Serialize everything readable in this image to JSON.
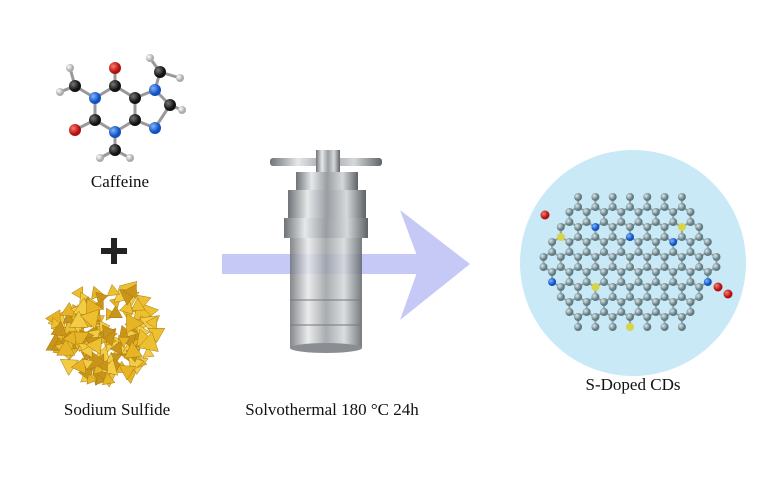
{
  "labels": {
    "caffeine": "Caffeine",
    "sodium_sulfide": "Sodium Sulfide",
    "conditions": "Solvothermal 180 °C 24h",
    "product": "S-Doped CDs"
  },
  "colors": {
    "arrow": "#c6c9f6",
    "product_circle": "#c9e9f7",
    "carbon": "#7f9aa0",
    "nitrogen": "#1834d0",
    "oxygen": "#c0141c",
    "sulfur": "#d8d44a",
    "hydrogen": "#e8ecee",
    "sulfide": "#e6b425"
  }
}
